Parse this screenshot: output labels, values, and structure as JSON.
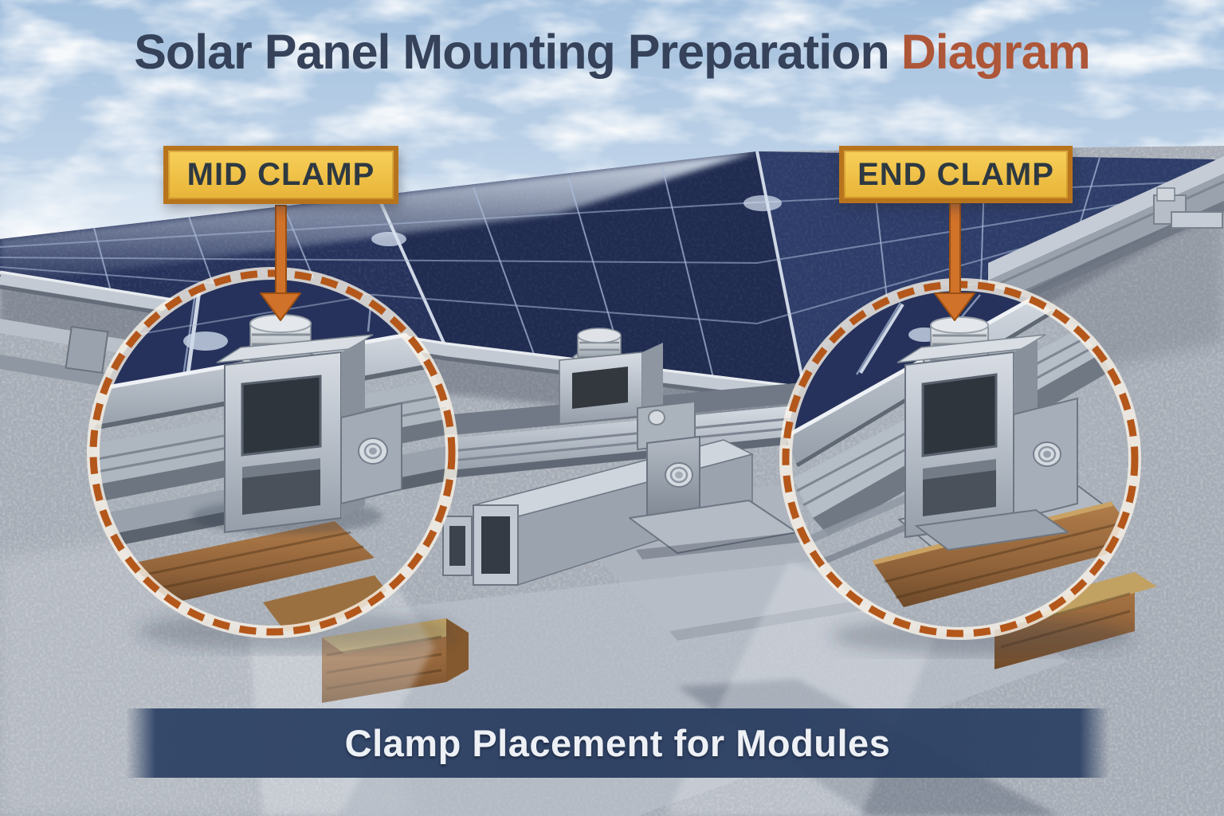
{
  "title": {
    "main": "Solar Panel Mounting Preparation",
    "accent": "Diagram"
  },
  "callouts": [
    {
      "id": "mid-clamp",
      "label": "MID CLAMP",
      "icon": "down-arrow-icon",
      "marker": "dashed-circle"
    },
    {
      "id": "end-clamp",
      "label": "END CLAMP",
      "icon": "down-arrow-icon",
      "marker": "dashed-circle"
    }
  ],
  "caption": {
    "text": "Clamp Placement for Modules"
  },
  "colors": {
    "title-navy": "#35425a",
    "title-accent": "#ae5638",
    "label-bg": "#f1c34a",
    "label-border": "#b8741c",
    "label-text": "#2e3942",
    "dash-orange": "#b4571b",
    "arrow-orange": "#d0722a",
    "caption-bar": "#2b4064",
    "caption-text": "#edf0f5",
    "sky-blue": "#b9cfe6",
    "panel-navy": "#26325b",
    "roof-gray": "#a8aeb7",
    "wood-brown": "#9a6b3f"
  }
}
